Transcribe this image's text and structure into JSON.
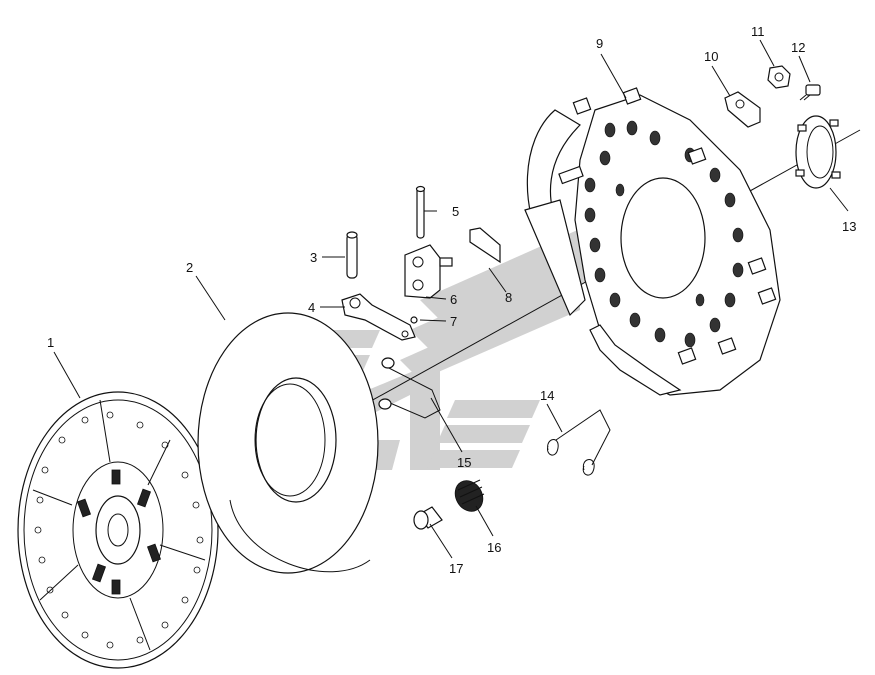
{
  "callouts": [
    {
      "id": "1",
      "text": "1"
    },
    {
      "id": "2",
      "text": "2"
    },
    {
      "id": "3",
      "text": "3"
    },
    {
      "id": "4",
      "text": "4"
    },
    {
      "id": "5",
      "text": "5"
    },
    {
      "id": "6",
      "text": "6"
    },
    {
      "id": "7",
      "text": "7"
    },
    {
      "id": "8",
      "text": "8"
    },
    {
      "id": "9",
      "text": "9"
    },
    {
      "id": "10",
      "text": "10"
    },
    {
      "id": "11",
      "text": "11"
    },
    {
      "id": "12",
      "text": "12"
    },
    {
      "id": "13",
      "text": "13"
    },
    {
      "id": "14",
      "text": "14"
    },
    {
      "id": "15",
      "text": "15"
    },
    {
      "id": "16",
      "text": "16"
    },
    {
      "id": "17",
      "text": "17"
    }
  ],
  "watermark": {
    "color": "#c9c9c9"
  }
}
